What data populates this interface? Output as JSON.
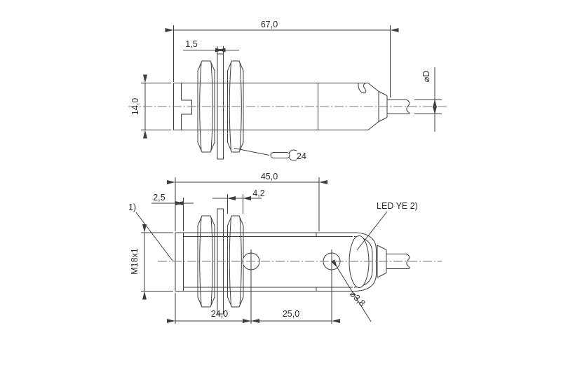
{
  "drawing": {
    "background": "#ffffff",
    "line_color": "#3c3c3c",
    "centerline_color": "#7a7a7a",
    "top_view": {
      "overall_length": "67,0",
      "washer_thickness": "1,5",
      "body_height": "14,0",
      "cable_diameter_label": "⌀D",
      "wrench_size": "24"
    },
    "bottom_view": {
      "housing_length": "45,0",
      "tip_length": "2,5",
      "nut_thickness": "4,2",
      "thread_spec": "M18x1",
      "footnote_ref": "1)",
      "led_label": "LED YE 2)",
      "hole_diameter": "⌀3,8",
      "face_to_hole": "24,0",
      "hole_spacing": "25,0"
    }
  }
}
